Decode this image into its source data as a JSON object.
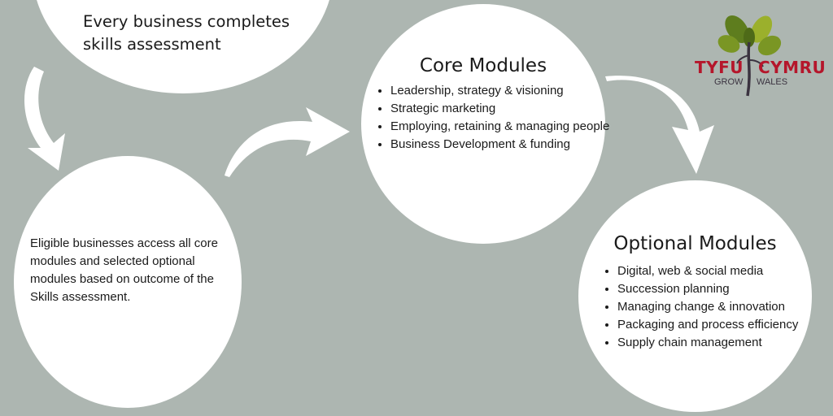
{
  "step1": {
    "text": "Every business completes skills assessment"
  },
  "step2": {
    "text": "Eligible businesses access all core modules and selected optional modules based on outcome of the Skills assessment."
  },
  "core_modules": {
    "title": "Core Modules",
    "items": [
      "Leadership, strategy & visioning",
      "Strategic marketing",
      "Employing, retaining & managing people",
      "Business Development & funding"
    ]
  },
  "optional_modules": {
    "title": "Optional Modules",
    "items": [
      "Digital, web & social media",
      "Succession planning",
      "Managing change & innovation",
      "Packaging and process efficiency",
      "Supply chain management"
    ]
  },
  "logo": {
    "word_left": "TYFU",
    "word_right": "CYMRU",
    "sub_left": "GROW",
    "sub_right": "WALES"
  },
  "colors": {
    "background": "#adb6b1",
    "circle": "#ffffff",
    "logo_red": "#b5162b",
    "logo_green_dark": "#5e7d1e",
    "logo_green_light": "#9bb02c",
    "logo_trunk": "#3b3340"
  }
}
